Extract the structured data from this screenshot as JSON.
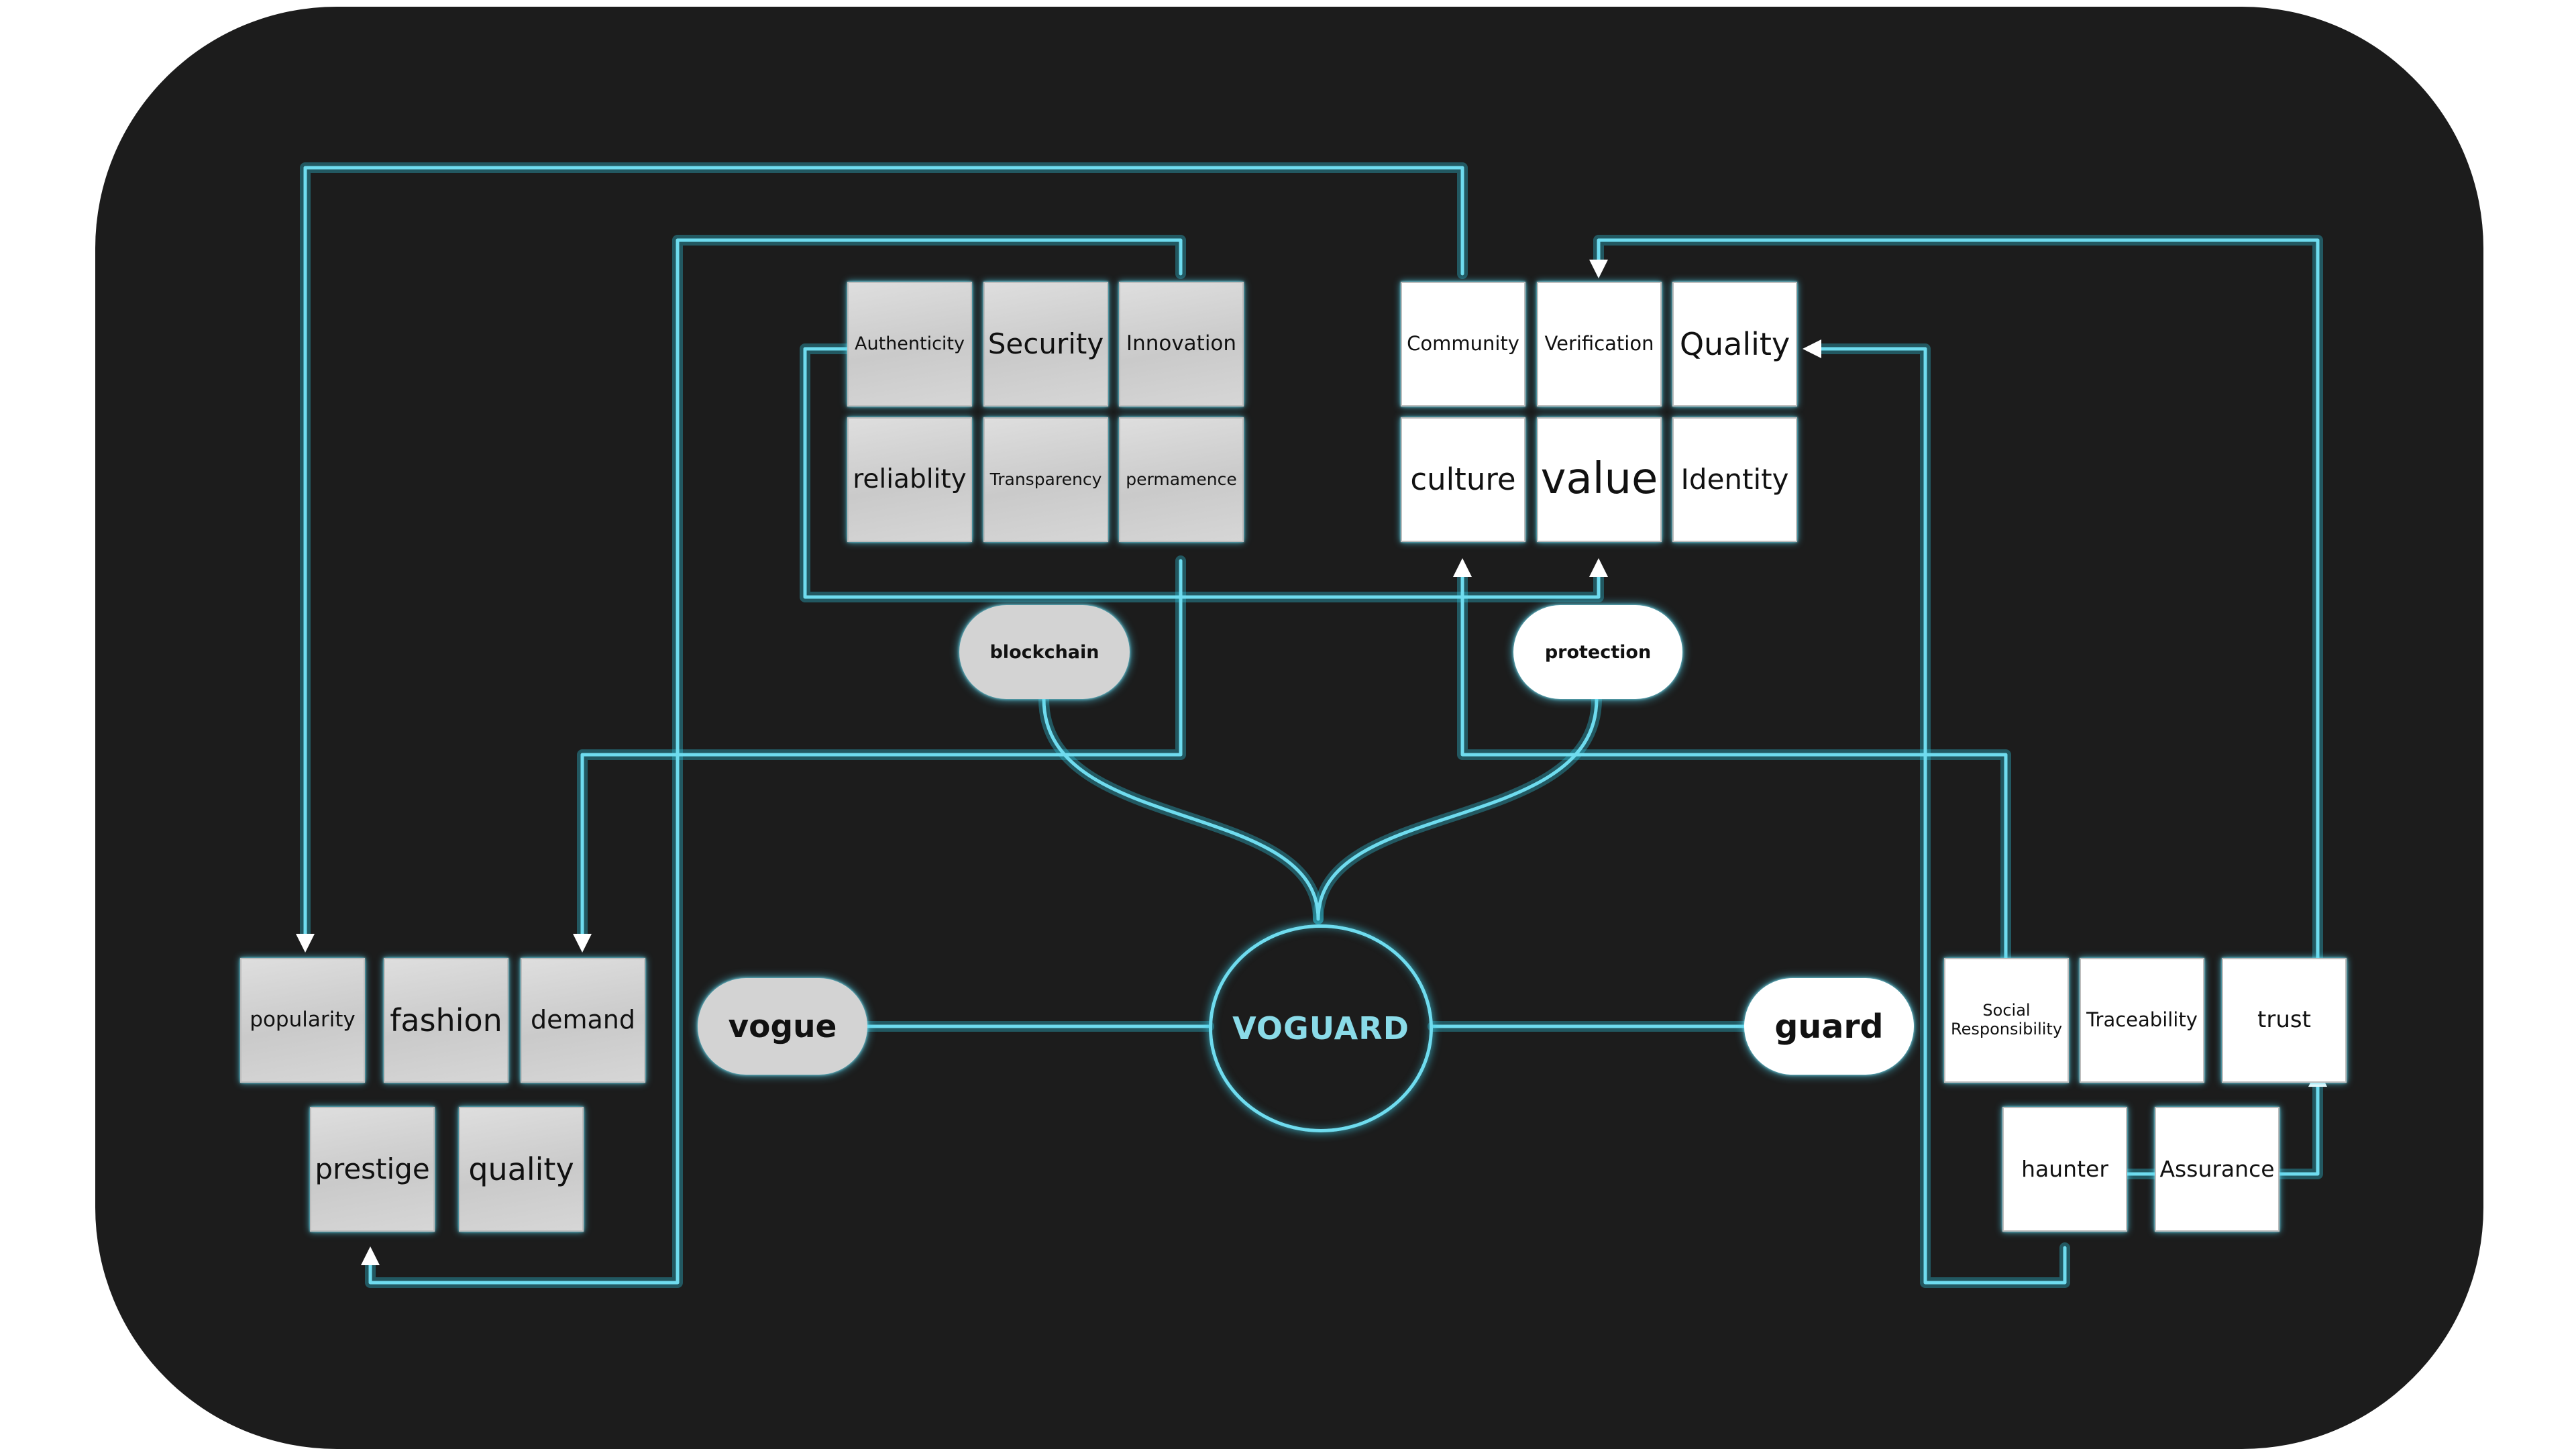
{
  "center_label": "VOGUARD",
  "pills": {
    "vogue": "vogue",
    "guard": "guard",
    "blockchain": "blockchain",
    "protection": "protection"
  },
  "blockchain_notes": {
    "authenticity": "Authenticity",
    "security": "Security",
    "innovation": "Innovation",
    "reliability": "reliablity",
    "transparency": "Transparency",
    "permanence": "permamence"
  },
  "protection_notes": {
    "community": "Community",
    "verification": "Verification",
    "quality": "Quality",
    "culture": "culture",
    "value": "value",
    "identity": "Identity"
  },
  "vogue_notes": {
    "popularity": "popularity",
    "fashion": "fashion",
    "demand": "demand",
    "prestige": "prestige",
    "quality": "quality"
  },
  "guard_notes": {
    "social_responsibility": "Social Responsibility",
    "traceability": "Traceability",
    "trust": "trust",
    "haunter": "haunter",
    "assurance": "Assurance"
  },
  "colors": {
    "background": "#1c1c1c",
    "connector": "#6fdcef",
    "note_grey": "#d3d3d3",
    "note_white": "#ffffff"
  }
}
